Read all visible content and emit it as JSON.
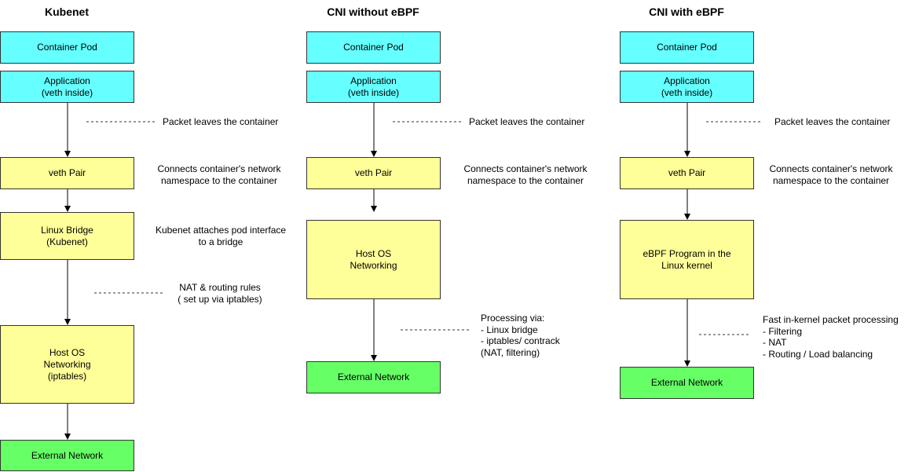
{
  "columns": [
    {
      "title": "Kubenet",
      "boxes": {
        "container_pod": "Container Pod",
        "application": "Application\n(veth inside)",
        "veth_pair": "veth Pair",
        "linux_bridge": "Linux Bridge\n(Kubenet)",
        "host_os": "Host OS\nNetworking\n(iptables)",
        "external": "External Network"
      },
      "notes": {
        "packet_leaves": "Packet leaves the container",
        "veth_connects": "Connects container's network\nnamespace to the container",
        "bridge_attach": "Kubenet attaches pod interface\nto a bridge",
        "nat_rules": "NAT & routing rules\n( set up via iptables)"
      }
    },
    {
      "title": "CNI without eBPF",
      "boxes": {
        "container_pod": "Container Pod",
        "application": "Application\n(veth inside)",
        "veth_pair": "veth Pair",
        "host_os": "Host OS\nNetworking",
        "external": "External Network"
      },
      "notes": {
        "packet_leaves": "Packet leaves the container",
        "veth_connects": "Connects container's network\nnamespace to the container",
        "processing": "Processing via:\n- Linux bridge\n- iptables/ contrack\n  (NAT, filtering)"
      }
    },
    {
      "title": "CNI with eBPF",
      "boxes": {
        "container_pod": "Container Pod",
        "application": "Application\n(veth inside)",
        "veth_pair": "veth Pair",
        "ebpf_program": "eBPF Program in the\nLinux kernel",
        "external": "External Network"
      },
      "notes": {
        "packet_leaves": "Packet leaves the container",
        "veth_connects": "Connects container's network\nnamespace to the container",
        "fast_processing": "Fast in-kernel packet processing\n- Filtering\n- NAT\n- Routing / Load balancing"
      }
    }
  ]
}
